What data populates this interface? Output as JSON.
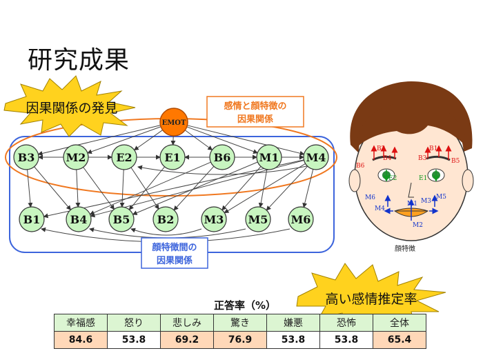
{
  "slide": {
    "title": "研究成果",
    "burst_discovery": "因果関係の発見",
    "burst_high_rate": "高い感情推定率",
    "callout_emotion_face": [
      "感情と顔特徴の",
      "因果関係"
    ],
    "callout_face_face": [
      "顔特徴間の",
      "因果関係"
    ],
    "face_caption": "顔特徴",
    "table_title": "正答率（%）"
  },
  "graph": {
    "emot": "EMOT",
    "top_row": [
      "B3",
      "M2",
      "E2",
      "E1",
      "B6",
      "M1",
      "M4"
    ],
    "bottom_row": [
      "B1",
      "B4",
      "B5",
      "B2",
      "M3",
      "M5",
      "M6"
    ]
  },
  "face_labels": {
    "left_brow": [
      "B2",
      "B4",
      "B6"
    ],
    "right_brow": [
      "B1",
      "B3",
      "B5"
    ],
    "eyes": [
      "E2",
      "E1"
    ],
    "mouth": [
      "M6",
      "M4",
      "M1",
      "M3",
      "M5",
      "M2"
    ]
  },
  "table": {
    "headers": [
      "幸福感",
      "怒り",
      "悲しみ",
      "驚き",
      "嫌悪",
      "恐怖",
      "全体"
    ],
    "values": [
      "84.6",
      "53.8",
      "69.2",
      "76.9",
      "53.8",
      "53.8",
      "65.4"
    ]
  },
  "colors": {
    "node_fill": "#c8f5c0",
    "emot_fill": "#ff7800",
    "burst_fill": "#ffd21e",
    "orange_line": "#f07820",
    "blue_line": "#3c64dc",
    "face_skin": "#ffe6d2",
    "hair": "#7a3a14"
  }
}
